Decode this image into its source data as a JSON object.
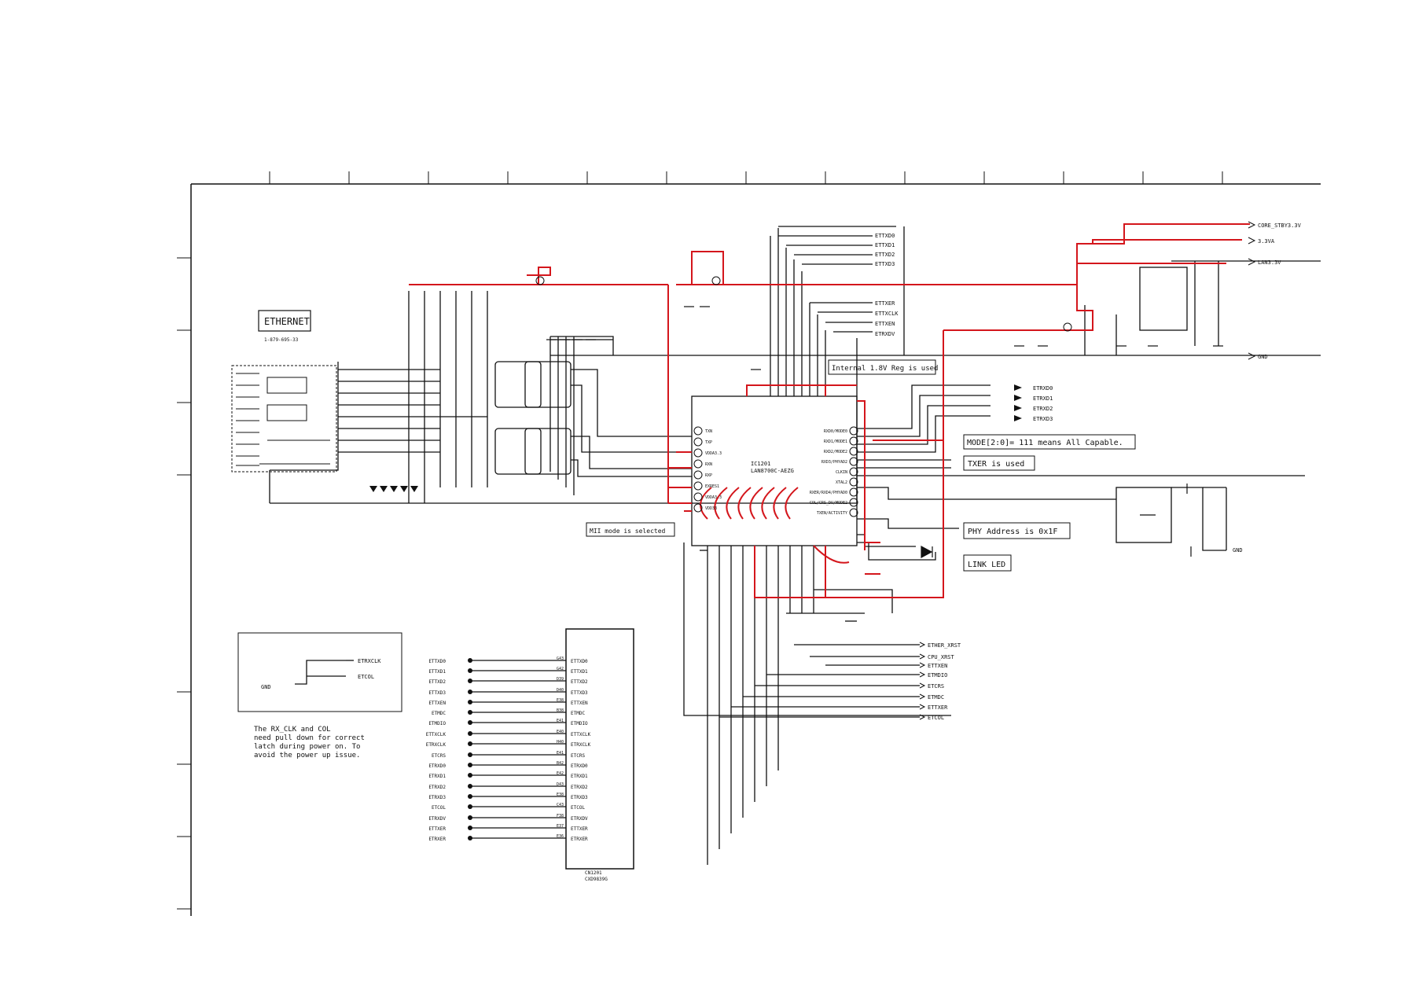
{
  "title": "ETHERNET",
  "subtitle": "1-879-695-33",
  "colors": {
    "line": "#111111",
    "highlight": "#d4161c",
    "paper": "#ffffff"
  },
  "notes": {
    "internal_reg": "Internal 1.8V Reg is used",
    "mode": "MODE[2:0]= 111 means All Capable.",
    "txer": "TXER is used",
    "mii": "MII mode is selected",
    "phy": "PHY Address is 0x1F",
    "link": "LINK LED",
    "rxclk": [
      "The RX_CLK and COL",
      "need pull down for correct",
      "latch during power on. To",
      "avoid the power up issue."
    ]
  },
  "ic": {
    "ref": "IC1201",
    "part": "LAN8700C-AEZG"
  },
  "power_nets": [
    "CORE_STBY3.3V",
    "3.3VA",
    "LAN3.3V",
    "GND"
  ],
  "top_right_nets": [
    "ETTXD0",
    "ETTXD1",
    "ETTXD2",
    "ETTXD3"
  ],
  "mid_nets": [
    "ETTXER",
    "ETTXCLK",
    "ETTXEN",
    "ETRXDV"
  ],
  "right_out_nets": [
    "ETRXD0",
    "ETRXD1",
    "ETRXD2",
    "ETRXD3"
  ],
  "bottom_right_nets": [
    "ETHER_XRST",
    "CPU_XRST",
    "ETTXEN",
    "ETMDIO",
    "ETCRS",
    "ETMDC",
    "ETTXER",
    "ETCOL"
  ],
  "pulldown_nets": [
    "ETRXCLK",
    "ETCOL"
  ],
  "gnd": "GND",
  "connector": {
    "ref": "CN1201",
    "left_nets": [
      "ETTXD0",
      "ETTXD1",
      "ETTXD2",
      "ETTXD3",
      "ETTXEN",
      "ETMDC",
      "ETMDIO",
      "ETTXCLK",
      "ETRXCLK",
      "ETCRS",
      "ETRXD0",
      "ETRXD1",
      "ETRXD2",
      "ETRXD3",
      "ETCOL",
      "ETRXDV",
      "ETTXER",
      "ETRXER"
    ],
    "pin_labels": [
      "ETTXD0",
      "ETTXD1",
      "ETTXD2",
      "ETTXD3",
      "ETTXEN",
      "ETMDC",
      "ETMDIO",
      "ETTXCLK",
      "ETRXCLK",
      "ETCRS",
      "ETRXD0",
      "ETRXD1",
      "ETRXD2",
      "ETRXD3",
      "ETCOL",
      "ETRXDV",
      "ETTXER",
      "ETRXER"
    ],
    "pin_numbers": [
      "G43",
      "G42",
      "D39",
      "D40",
      "E38",
      "B38",
      "E41",
      "E40",
      "H40",
      "E41",
      "B42",
      "E42",
      "D43",
      "E38",
      "C43",
      "F38",
      "E37",
      "E36"
    ],
    "part": "CXD9839G"
  },
  "pin_labels_left": [
    "TXN",
    "TXP",
    "VDDA3.3",
    "RXN",
    "RXP",
    "EXRES1",
    "VDDA3.3",
    "VDD33"
  ],
  "pin_labels_right": [
    "RXD0/MODE0",
    "RXD1/MODE1",
    "RXD2/MODE2",
    "RXD3/PHYAD2",
    "CLKIN",
    "XTAL2",
    "RXER/RXD4/PHYAD0",
    "COL/CRS_DV/MODE2",
    "TXEN/ACTIVITY"
  ],
  "column_ticks": 13,
  "row_ticks": 8
}
